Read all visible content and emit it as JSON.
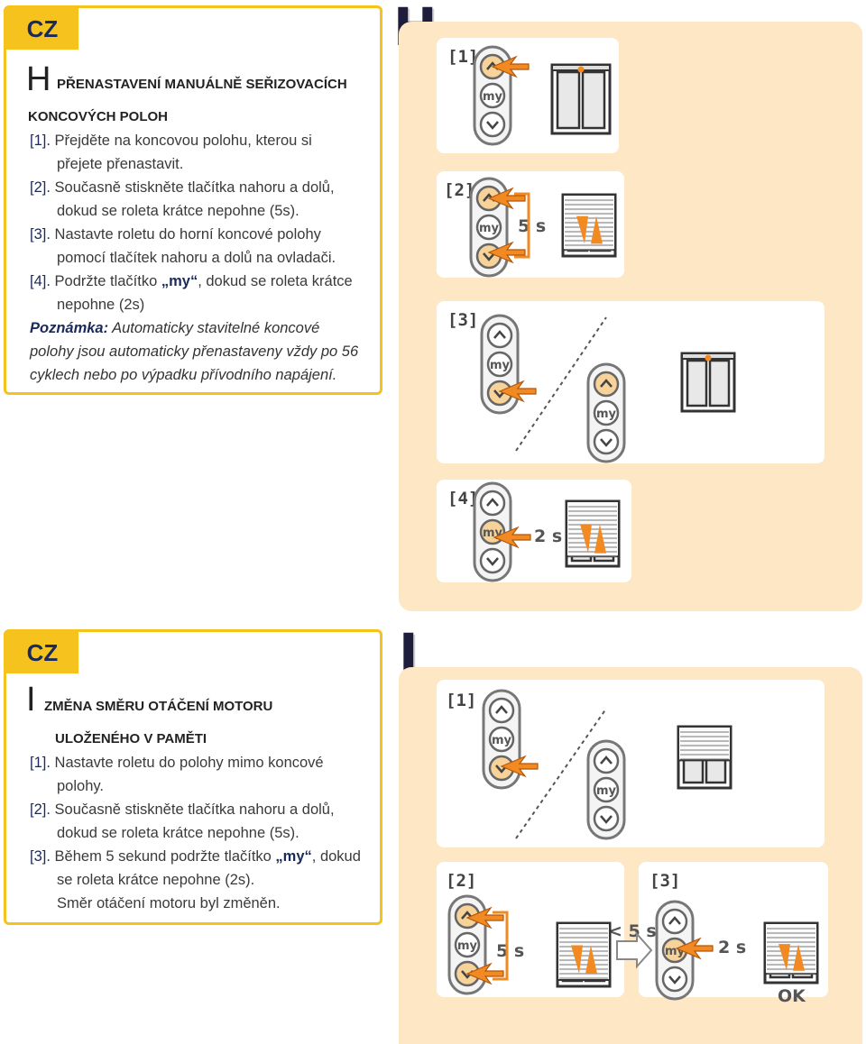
{
  "sectionH": {
    "tag": "CZ",
    "letter": "H",
    "title_line1": "PŘENASTAVENÍ MANUÁLNĚ SEŘIZOVACÍCH",
    "title_line2": "KONCOVÝCH POLOH",
    "steps": [
      {
        "num": "[1].",
        "line1": "Přejděte na koncovou polohu, kterou si",
        "line2": "přejete přenastavit."
      },
      {
        "num": "[2].",
        "line1": "Současně stiskněte tlačítka nahoru a dolů,",
        "line2": "dokud se roleta krátce nepohne (5s)."
      },
      {
        "num": "[3].",
        "line1": "Nastavte roletu do horní koncové polohy",
        "line2": "pomocí tlačítek nahoru a dolů na ovladači."
      },
      {
        "num": "[4].",
        "line1_pre": "Podržte tlačítko ",
        "line1_bold": "„my“",
        "line1_post": ", dokud se roleta krátce",
        "line2": "nepohne (2s)"
      }
    ],
    "note_label": "Poznámka:",
    "note_line1": " Automaticky stavitelné koncové",
    "note_line2": "polohy jsou automaticky přenastaveny vždy po 56",
    "note_line3": "cyklech nebo po výpadku přívodního napájení."
  },
  "sectionI": {
    "tag": "CZ",
    "letter": "I",
    "title_line1": "ZMĚNA SMĚRU OTÁČENÍ MOTORU",
    "title_line2": "ULOŽENÉHO V PAMĚTI",
    "steps": [
      {
        "num": "[1].",
        "line1": "Nastavte roletu do polohy mimo koncové",
        "line2": "polohy."
      },
      {
        "num": "[2].",
        "line1": "Současně stiskněte tlačítka nahoru a dolů,",
        "line2": "dokud se roleta krátce nepohne (5s)."
      },
      {
        "num": "[3].",
        "line1_pre": "Během 5 sekund podržte tlačítko ",
        "line1_bold": "„my“",
        "line1_post": ", dokud",
        "line2": "se roleta krátce nepohne (2s).",
        "line3": "Směr otáčení motoru byl změněn."
      }
    ]
  },
  "figureH": {
    "letter": "H",
    "step_labels": [
      "[1]",
      "[2]",
      "[3]",
      "[4]"
    ],
    "time_5s": "5 s",
    "time_2s": "2 s"
  },
  "figureI": {
    "letter": "I",
    "step_labels": [
      "[1]",
      "[2]",
      "[3]"
    ],
    "time_5s": "5 s",
    "time_lt5s": "< 5 s",
    "time_2s": "2 s",
    "ok": "OK"
  },
  "remote_labels": {
    "my": "my"
  },
  "colors": {
    "accent_yellow": "#f6c21e",
    "panel_bg": "#fde7c4",
    "arrow_orange": "#f28a24",
    "navy": "#1a2a5a"
  }
}
